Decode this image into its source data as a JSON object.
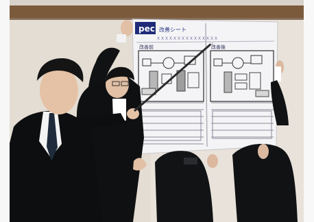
{
  "photo": {
    "sheet": {
      "logo_text": "pec",
      "subtitle": "改善シート",
      "header_line": "ＸＸＸＸＸＸＸＸＸＸＸＸＸＸＸ",
      "before_label": "改善前",
      "after_label": "改善後"
    }
  },
  "colors": {
    "wall": "#d7d1c8",
    "wood_trim": "#7a5a3a",
    "poster": "#f3f3f4",
    "suit": "#151618",
    "shirt": "#f5f5f5",
    "skin": "#e7c6ad"
  }
}
